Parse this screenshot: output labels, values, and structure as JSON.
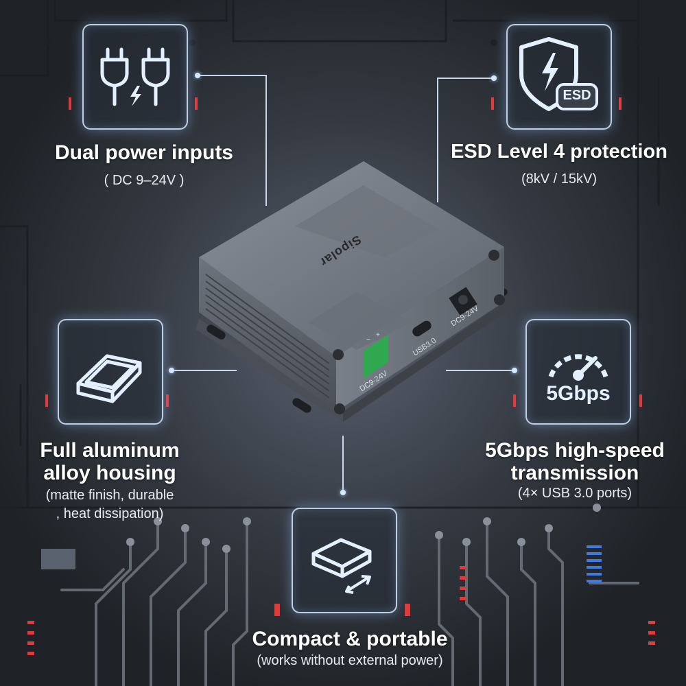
{
  "features": {
    "dual_power": {
      "title": "Dual power inputs",
      "sub": "( DC 9–24V )",
      "icon": "power-plugs-icon"
    },
    "esd": {
      "title": "ESD Level 4 protection",
      "sub": "(8kV / 15kV)",
      "icon": "esd-shield-icon",
      "badge": "ESD"
    },
    "aluminum": {
      "title_line1": "Full aluminum",
      "title_line2": "alloy housing",
      "sub_line1": "(matte finish, durable",
      "sub_line2": ", heat dissipation)",
      "icon": "aluminum-block-icon"
    },
    "speed": {
      "title_line1": "5Gbps high-speed",
      "title_line2": "transmission",
      "sub": "(4× USB 3.0 ports)",
      "icon": "speedometer-icon",
      "badge": "5Gbps"
    },
    "compact": {
      "title": "Compact & portable",
      "sub": "(works without external power)",
      "icon": "compact-device-icon"
    }
  },
  "device": {
    "brand": "Sipolar",
    "port_usb": "USB3.0",
    "port_dc_left": "DC9-24V",
    "port_dc_right": "DC9-24V",
    "terminal_plus": "+",
    "terminal_minus": "−"
  }
}
